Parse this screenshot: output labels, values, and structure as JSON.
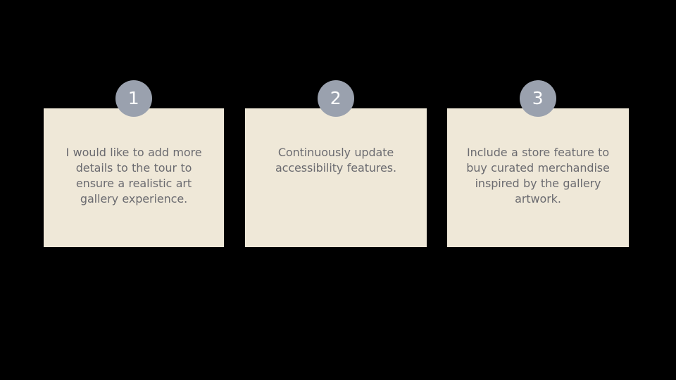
{
  "slide": {
    "background_color": "#000000",
    "card_background_color": "#efe8d8",
    "badge_color": "#9aa1ae",
    "text_color": "#6b6b70",
    "badge_text_color": "#ffffff"
  },
  "cards": [
    {
      "number": "1",
      "text": "I would like to add more details to the tour to ensure a realistic art gallery experience."
    },
    {
      "number": "2",
      "text": "Continuously update accessibility features."
    },
    {
      "number": "3",
      "text": "Include a store feature to buy curated merchandise inspired by the gallery artwork."
    }
  ]
}
